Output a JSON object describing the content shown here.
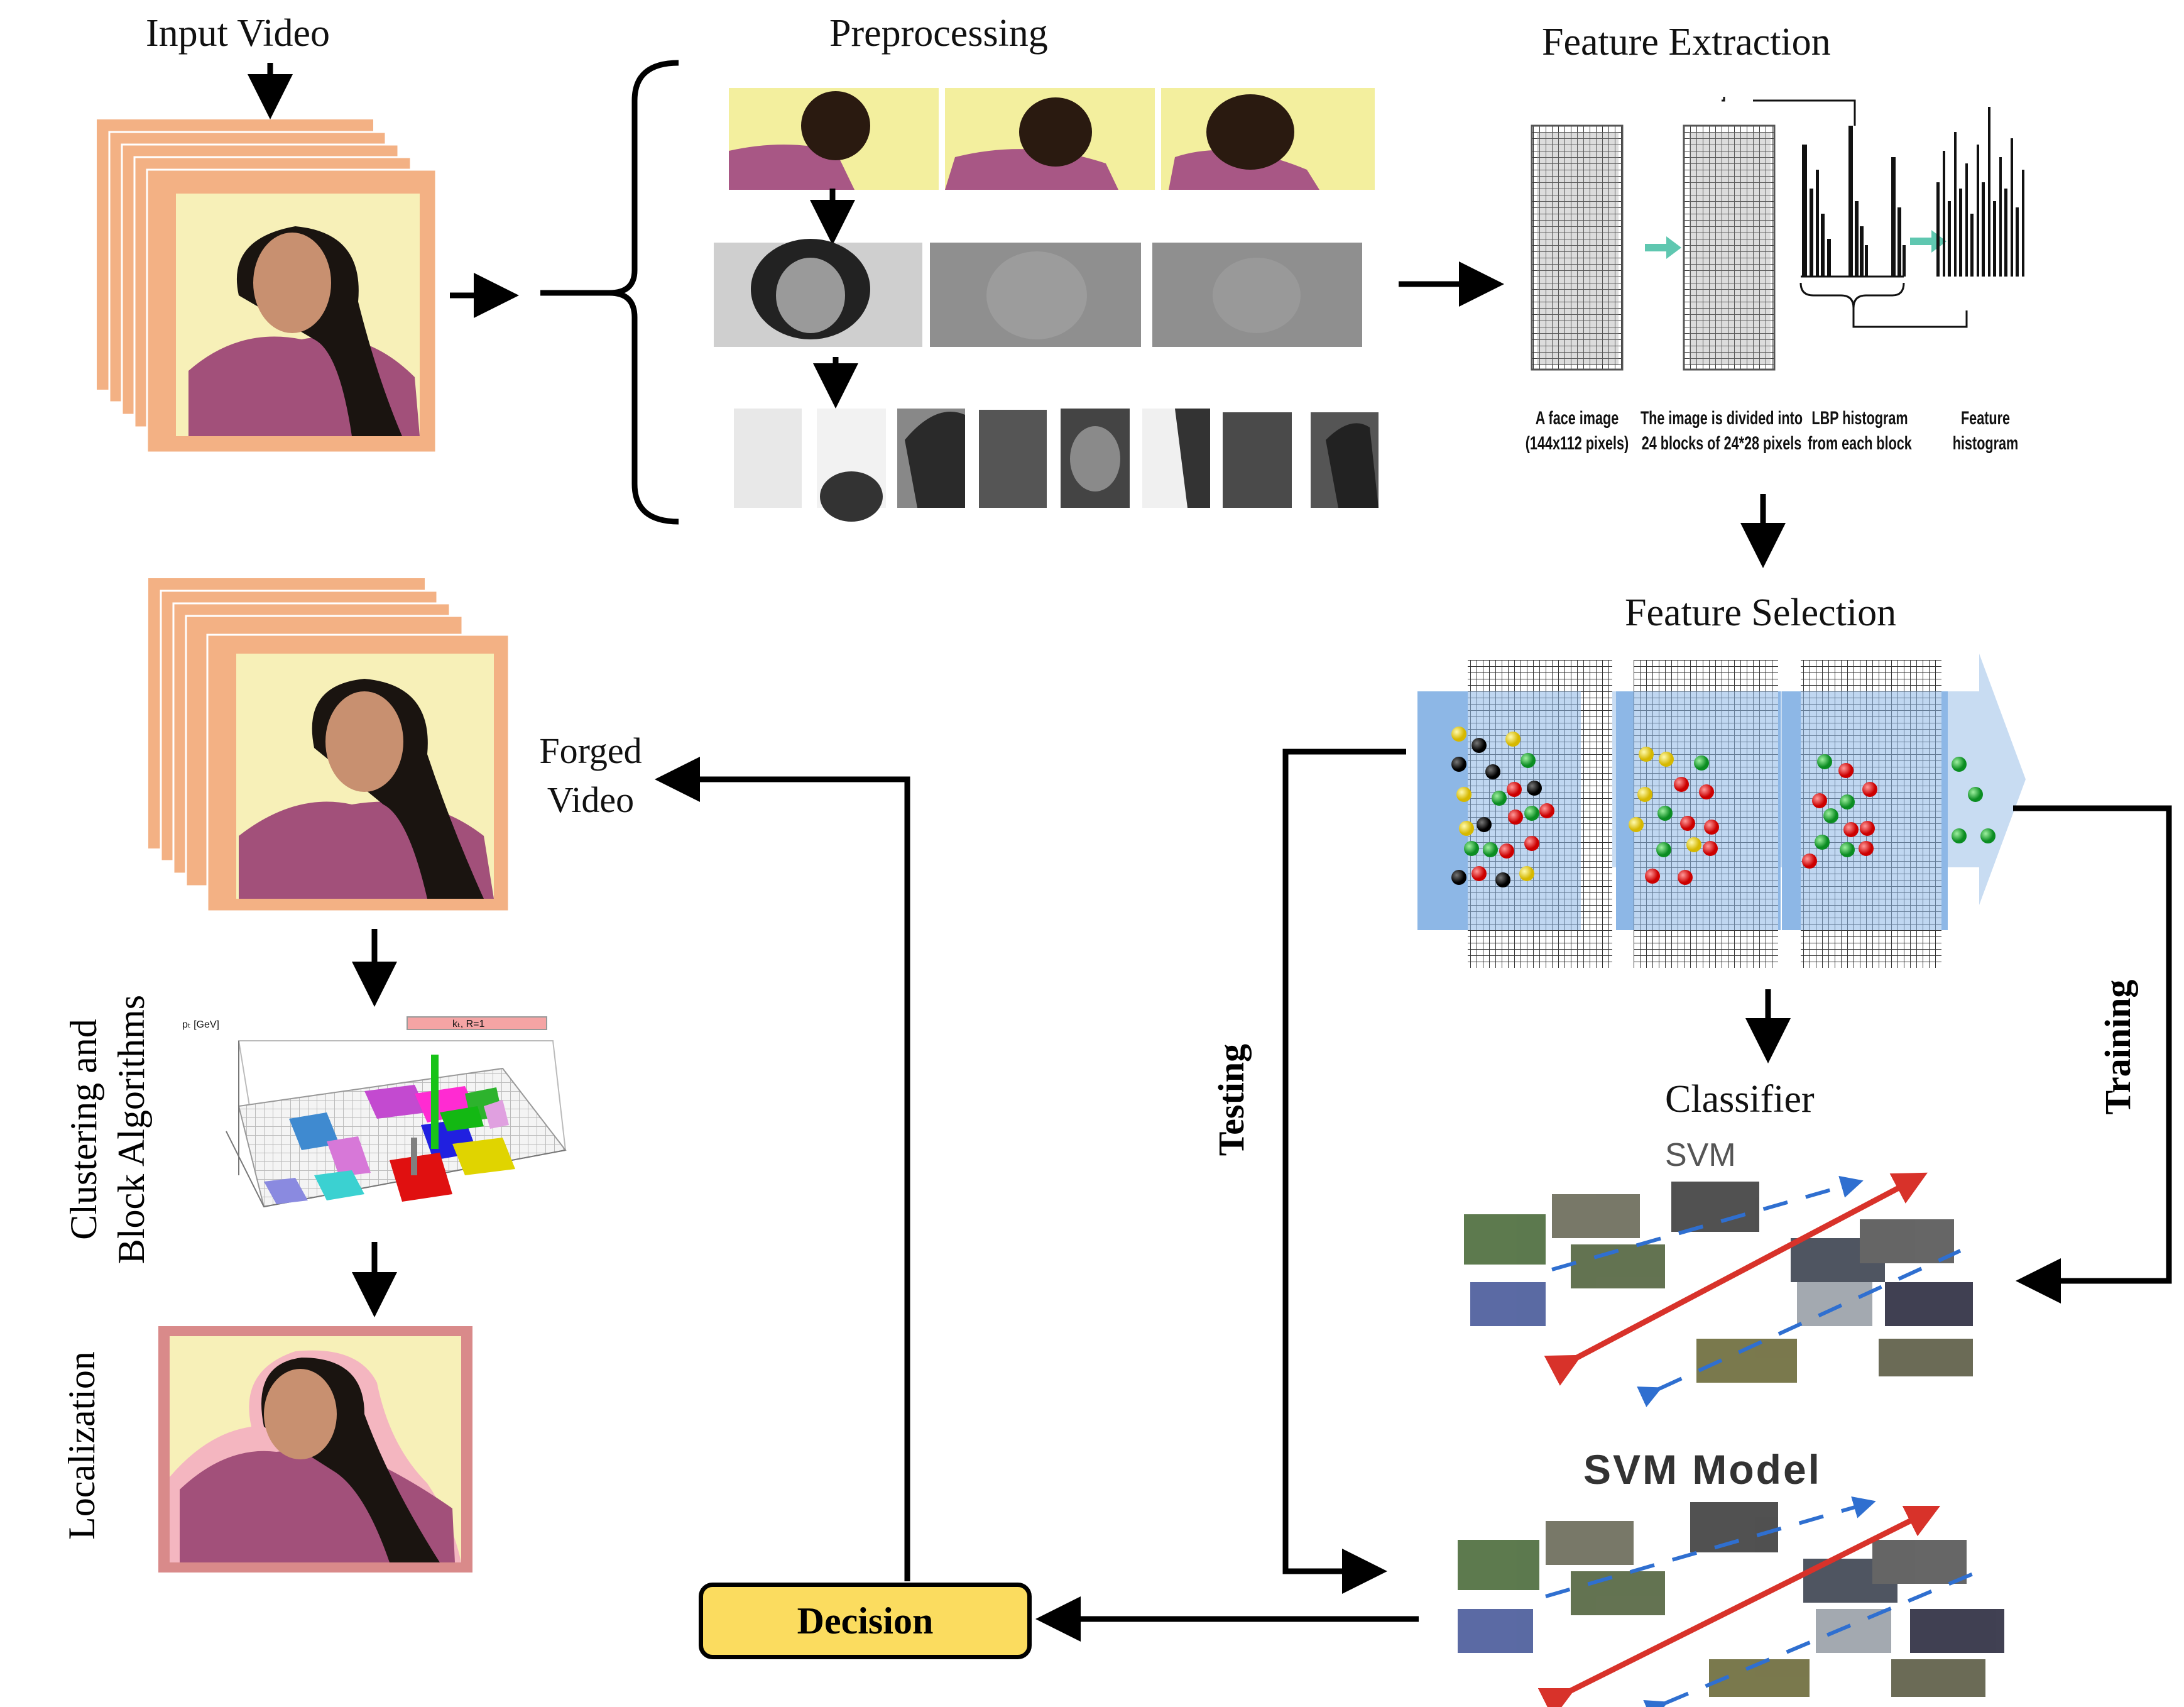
{
  "input_video": {
    "title": "Input Video"
  },
  "preprocessing": {
    "title": "Preprocessing"
  },
  "feature_extraction": {
    "title": "Feature Extraction",
    "captions": [
      [
        "A face image",
        "(144x112 pixels)"
      ],
      [
        "The image is divided into",
        "24 blocks of 24*28 pixels"
      ],
      [
        "LBP histogram",
        "from each block"
      ],
      [
        "Feature",
        "histogram"
      ]
    ]
  },
  "feature_selection": {
    "title": "Feature Selection"
  },
  "classifier": {
    "title": "Classifier",
    "svm_label": "SVM"
  },
  "svm_model": {
    "title": "SVM Model"
  },
  "forged_video": {
    "line1": "Forged",
    "line2": "Video"
  },
  "clustering": {
    "line1": "Clustering and",
    "line2": "Block Algorithms"
  },
  "localization": {
    "title": "Localization"
  },
  "testing": {
    "title": "Testing"
  },
  "training": {
    "title": "Training"
  },
  "decision": {
    "title": "Decision"
  },
  "plot3d": {
    "axis_label": "pₜ [GeV]",
    "legend": "kₜ, R=1"
  },
  "colors": {
    "frame_orange": "#f3b184",
    "frame_pink": "#d98a8a",
    "decision_fill": "#fbdc5f",
    "fs_blue": "#9bbfe8",
    "arrow_red": "#d8322a",
    "arrow_blue": "#2f6fd0"
  }
}
